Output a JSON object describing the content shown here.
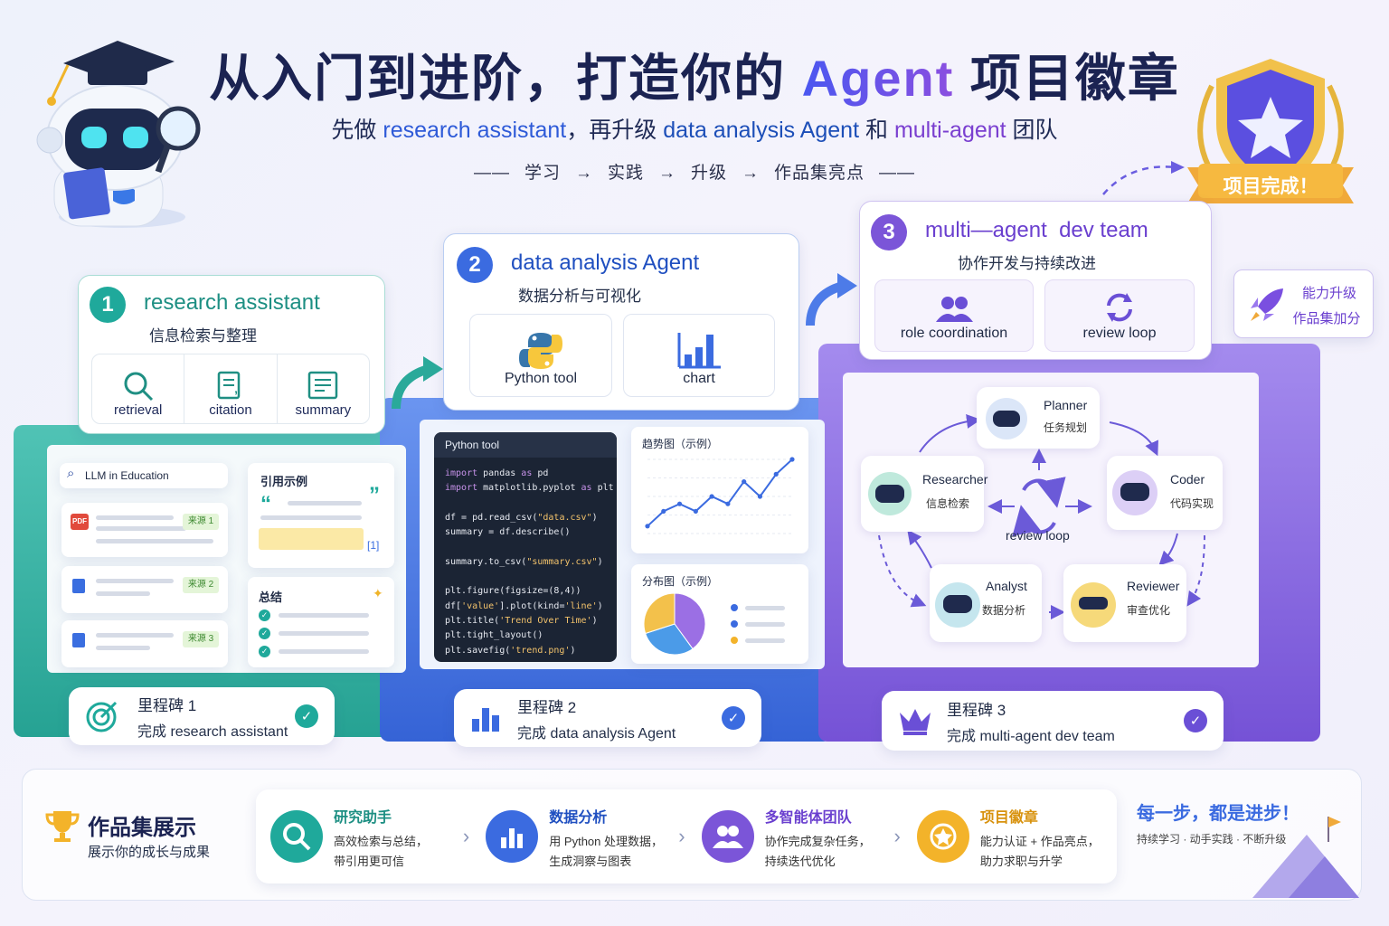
{
  "header": {
    "title_pre": "从入门到进阶，打造你的 ",
    "title_accent": "Agent",
    "title_post": " 项目徽章",
    "subtitle_1": "先做 ",
    "subtitle_2": "research assistant",
    "subtitle_3": "，再升级 ",
    "subtitle_4": "data analysis Agent",
    "subtitle_5": " 和 ",
    "subtitle_6": "multi-agent",
    "subtitle_7": " 团队",
    "steps": [
      "学习",
      "实践",
      "升级",
      "作品集亮点"
    ]
  },
  "badge": {
    "label": "项目完成！"
  },
  "side_tag": {
    "line1": "能力升级",
    "line2": "作品集加分"
  },
  "stage1": {
    "number": "1",
    "title": "research assistant",
    "subtitle": "信息检索与整理",
    "tools": [
      {
        "label": "retrieval",
        "icon": "search-icon"
      },
      {
        "label": "citation",
        "icon": "citation-icon"
      },
      {
        "label": "summary",
        "icon": "document-icon"
      }
    ],
    "search_text": "LLM in Education",
    "sources": [
      "来源 1",
      "来源 2",
      "来源 3"
    ],
    "pdf_label": "PDF",
    "quote_title": "引用示例",
    "ref": "[1]",
    "summary_title": "总结"
  },
  "stage2": {
    "number": "2",
    "title": "data analysis Agent",
    "subtitle": "数据分析与可视化",
    "tools": [
      {
        "label": "Python tool",
        "icon": "python-icon"
      },
      {
        "label": "chart",
        "icon": "bar-chart-icon"
      }
    ],
    "code_title": "Python tool",
    "code": [
      "import pandas as pd",
      "import matplotlib.pyplot as plt",
      "",
      "df = pd.read_csv(\"data.csv\")",
      "summary = df.describe()",
      "",
      "summary.to_csv(\"summary.csv\")",
      "",
      "plt.figure(figsize=(8,4))",
      "df['value'].plot(kind='line')",
      "plt.title('Trend Over Time')",
      "plt.tight_layout()",
      "plt.savefig('trend.png')"
    ],
    "trend_title": "趋势图（示例）",
    "dist_title": "分布图（示例）"
  },
  "stage3": {
    "number": "3",
    "title": "multi—agent  dev team",
    "subtitle": "协作开发与持续改进",
    "tools": [
      {
        "label": "role coordination",
        "icon": "team-icon"
      },
      {
        "label": "review loop",
        "icon": "refresh-icon"
      }
    ],
    "agents": [
      {
        "name": "Planner",
        "role": "任务规划"
      },
      {
        "name": "Researcher",
        "role": "信息检索"
      },
      {
        "name": "Coder",
        "role": "代码实现"
      },
      {
        "name": "Analyst",
        "role": "数据分析"
      },
      {
        "name": "Reviewer",
        "role": "审查优化"
      }
    ],
    "loop_label": "review loop"
  },
  "milestones": [
    {
      "title": "里程碑 1",
      "desc": "完成 research assistant"
    },
    {
      "title": "里程碑 2",
      "desc": "完成 data analysis Agent"
    },
    {
      "title": "里程碑 3",
      "desc": "完成 multi-agent dev team"
    }
  ],
  "portfolio": {
    "title": "作品集展示",
    "subtitle": "展示你的成长与成果",
    "items": [
      {
        "title": "研究助手",
        "line1": "高效检索与总结，",
        "line2": "带引用更可信",
        "icon": "search-icon"
      },
      {
        "title": "数据分析",
        "line1": "用 Python 处理数据，",
        "line2": "生成洞察与图表",
        "icon": "bar-chart-icon"
      },
      {
        "title": "多智能体团队",
        "line1": "协作完成复杂任务，",
        "line2": "持续迭代优化",
        "icon": "team-icon"
      },
      {
        "title": "项目徽章",
        "line1": "能力认证 + 作品亮点，",
        "line2": "助力求职与升学",
        "icon": "medal-icon"
      }
    ],
    "motto": "每一步，都是进步！",
    "motto_sub": "持续学习 · 动手实践 · 不断升级"
  },
  "chart_data": [
    {
      "type": "line",
      "title": "趋势图（示例）",
      "x": [
        1,
        2,
        3,
        4,
        5,
        6,
        7,
        8,
        9,
        10
      ],
      "y": [
        1,
        3,
        4,
        3,
        5,
        4,
        7,
        5,
        8,
        10
      ],
      "xlabel": "",
      "ylabel": ""
    },
    {
      "type": "pie",
      "title": "分布图（示例）",
      "values": [
        40,
        30,
        30
      ]
    }
  ],
  "colors": {
    "teal": "#1fa99b",
    "blue": "#3b6be0",
    "purple": "#7b55d8",
    "gold": "#f3b32a"
  }
}
